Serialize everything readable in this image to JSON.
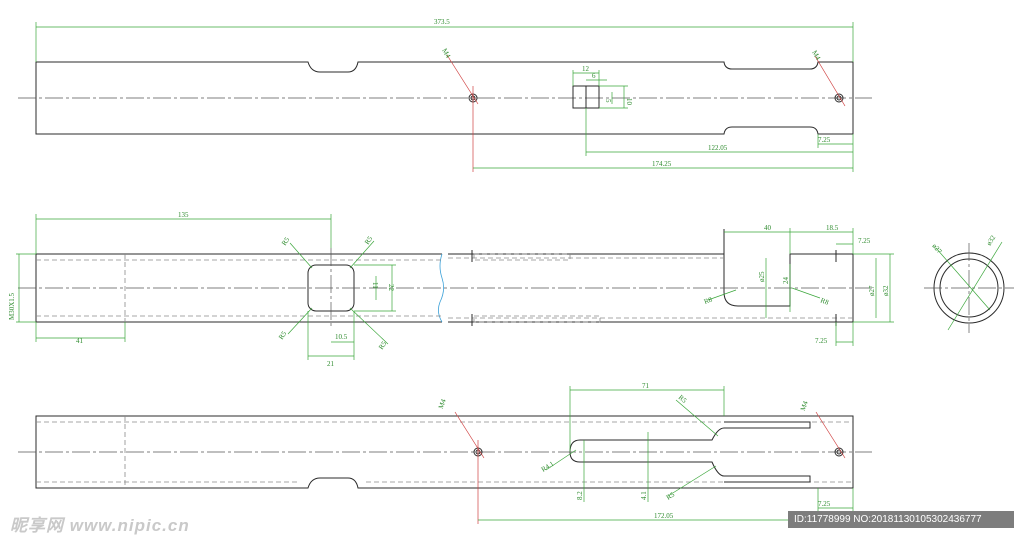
{
  "views": {
    "top": {
      "overall": "373.5",
      "m4_left": "M4",
      "m4_right": "M4",
      "slot_w": "12",
      "slot_inner": "6",
      "slot_h": "10",
      "slot_inner_h": "5",
      "d122": "122.05",
      "d7": "7.25",
      "d174": "174.25"
    },
    "middle": {
      "d135": "135",
      "r5a": "R5",
      "r5b": "R5",
      "r5c": "R5",
      "r5d": "R5",
      "d11": "11",
      "d22": "22",
      "d10": "10.5",
      "d21": "21",
      "d41": "41",
      "m30": "M30X1.5",
      "d40": "40",
      "d18": "18.5",
      "d7a": "7.25",
      "d7b": "7.25",
      "d24": "24",
      "d25": "ø25",
      "d27": "ø27",
      "d32": "ø32",
      "r8a": "R8",
      "r8b": "R8"
    },
    "circle": {
      "d27": "ø27",
      "d32": "ø32"
    },
    "bottom": {
      "d71": "71",
      "r5": "R5",
      "r5b": "R5",
      "m4a": "M4",
      "m4b": "M4",
      "r41": "R4.1",
      "d82": "8.2",
      "d41": "4.1",
      "d7": "7.25",
      "d172": "172.05"
    }
  },
  "watermark": {
    "brand": "昵享网 www.nipic.cn",
    "id_text": "ID:11778999 NO:20181130105302436777"
  }
}
